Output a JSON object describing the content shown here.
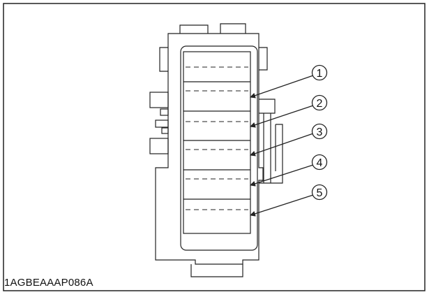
{
  "figure": {
    "id_label": "1AGBEAAAP086A"
  },
  "callouts": [
    {
      "number": "1"
    },
    {
      "number": "2"
    },
    {
      "number": "3"
    },
    {
      "number": "4"
    },
    {
      "number": "5"
    }
  ],
  "colors": {
    "line": "#222222",
    "background": "#ffffff"
  }
}
